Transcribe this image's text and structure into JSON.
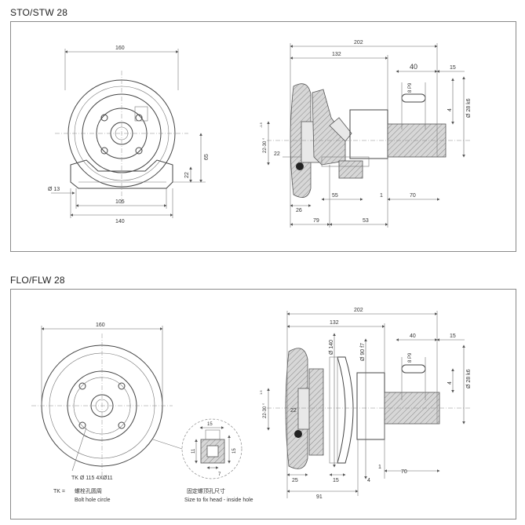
{
  "sections": [
    {
      "title": "STO/STW  28",
      "front": {
        "width": "160",
        "foot_spacing": "105",
        "base_width": "140",
        "hole_dia": "Ø 13",
        "base_h": "22",
        "axle_h": "65"
      },
      "side": {
        "total": "202",
        "body": "132",
        "key_len": "40",
        "key_end": "15",
        "key_w": "8 P9",
        "key_h": "4",
        "shaft_dia": "Ø 28 k6",
        "tread": "22-30 °",
        "tread_sup": "-1.5",
        "tread_w": "22",
        "hub_l": "26",
        "bore_l": "55",
        "gap": "1",
        "shaft_l": "70",
        "pos1": "79",
        "pos2": "53"
      }
    },
    {
      "title": "FLO/FLW  28",
      "front": {
        "width": "160",
        "tk_note": "TK Ø 115  4XØ11",
        "tk_label": "TK =",
        "tk_cn": "螺栓孔圆周",
        "tk_en": "Bolt hole circle"
      },
      "detail": {
        "top": "15",
        "left": "11",
        "right": "15",
        "bottom": "7",
        "cn": "固定螺顶孔尺寸",
        "en": "Size to fix head - inside hole"
      },
      "side": {
        "total": "202",
        "body": "132",
        "dia1": "Ø 140",
        "dia2": "Ø 90 f7",
        "key_len": "40",
        "key_end": "15",
        "key_w": "8 P9",
        "key_h": "4",
        "shaft_dia": "Ø 28 k6",
        "tread": "22-30 °",
        "tread_sup": "1.5",
        "tread_w": "22",
        "hub_l": "25",
        "bore_l": "15",
        "gap": "1",
        "flange": "4",
        "shaft_l": "70",
        "pos": "91"
      }
    }
  ]
}
